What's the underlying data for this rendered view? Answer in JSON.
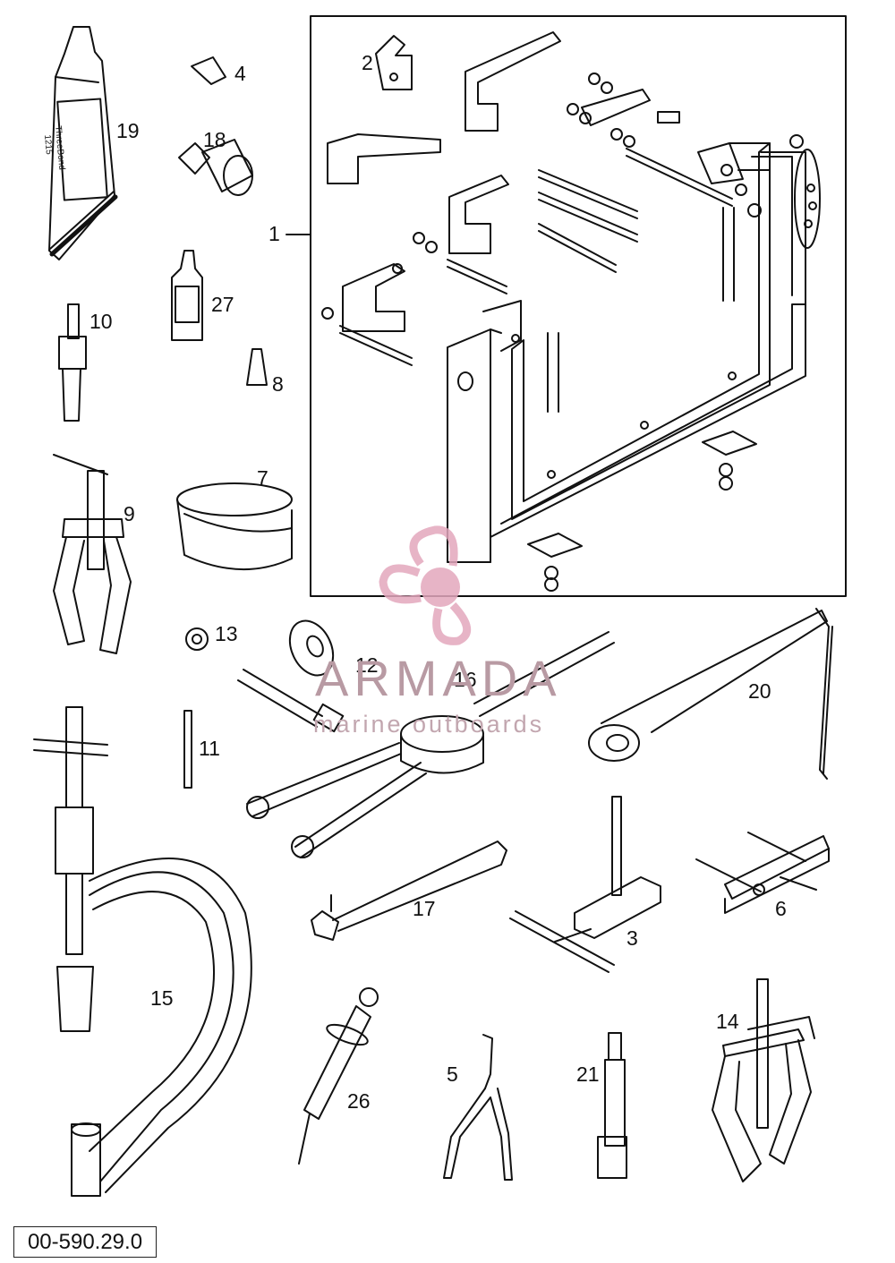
{
  "part_labels": {
    "l1": "1",
    "l2": "2",
    "l3": "3",
    "l4": "4",
    "l5": "5",
    "l6": "6",
    "l7": "7",
    "l8": "8",
    "l9": "9",
    "l10": "10",
    "l11": "11",
    "l12": "12",
    "l13": "13",
    "l14": "14",
    "l15": "15",
    "l16": "16",
    "l17": "17",
    "l18": "18",
    "l19": "19",
    "l20": "20",
    "l21": "21",
    "l26": "26",
    "l27": "27"
  },
  "tube_text": [
    "ThreeBond",
    "1215"
  ],
  "watermark": {
    "title": "ARMADA",
    "subtitle": "marine outboards",
    "logo_color": "#e3a7bd"
  },
  "diagram_code": "00-590.29.0"
}
